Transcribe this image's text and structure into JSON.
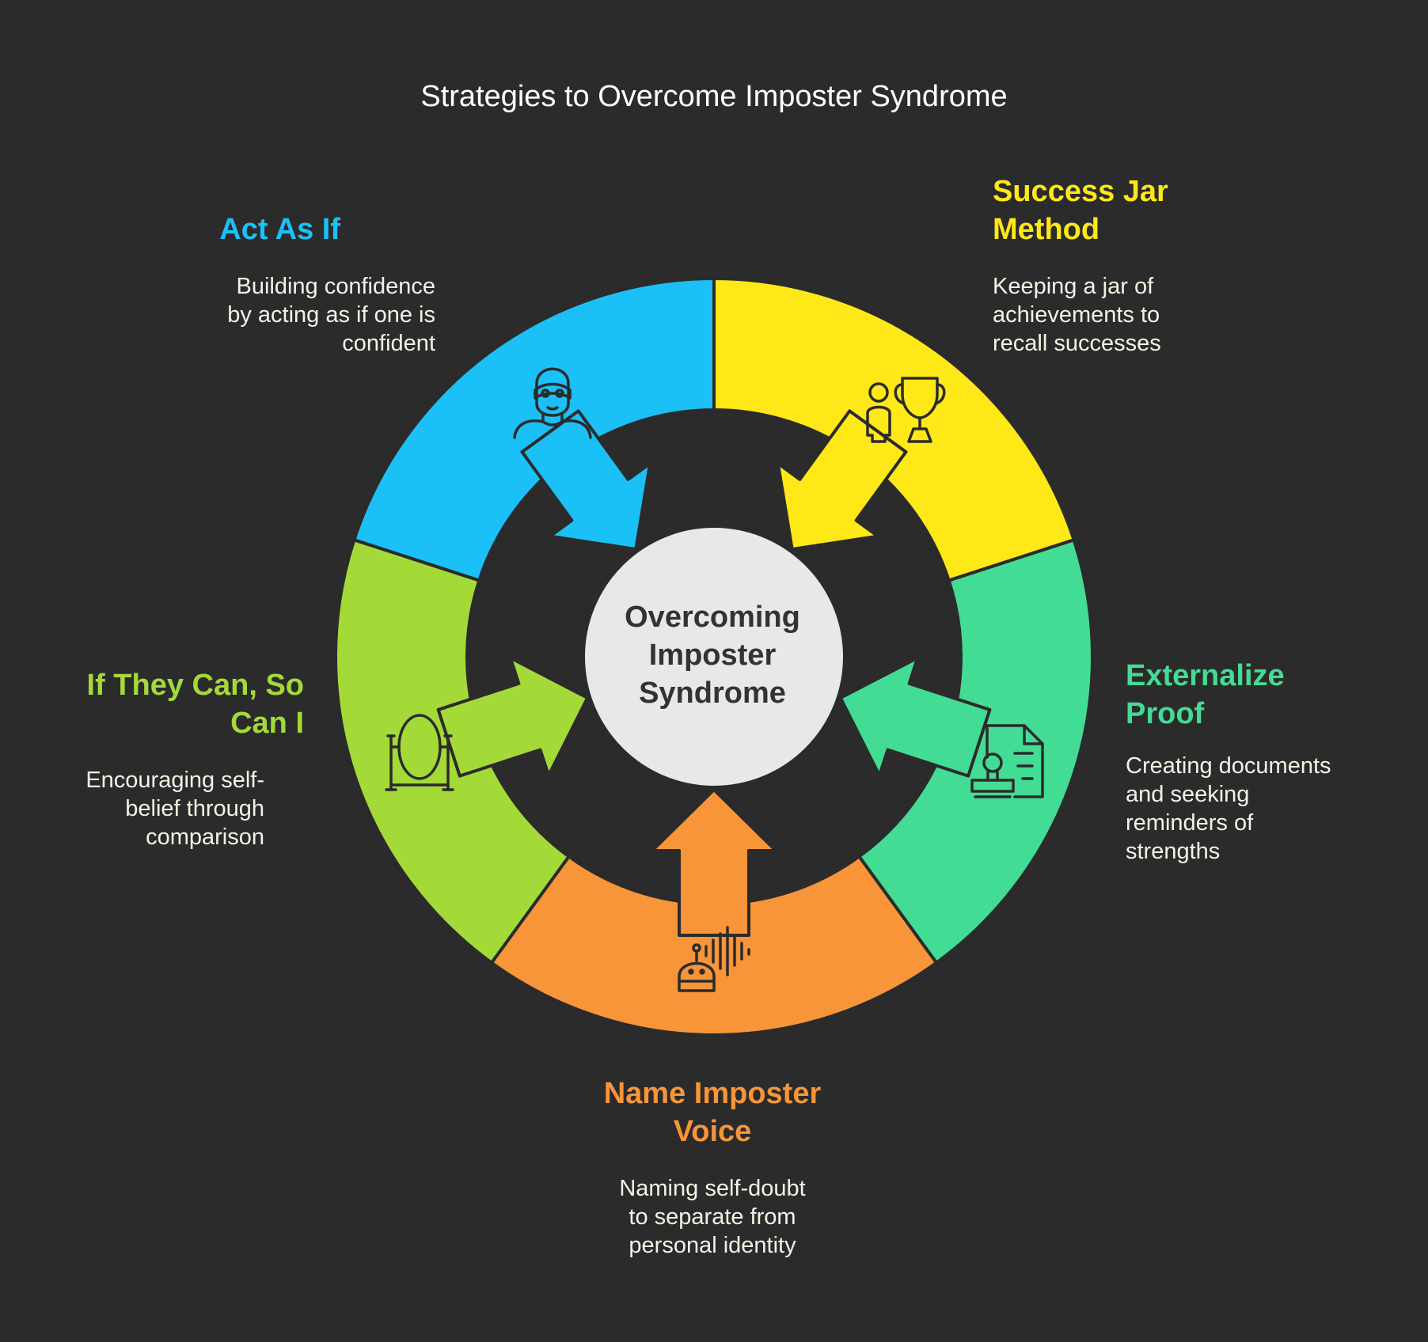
{
  "title": "Strategies to Overcome Imposter Syndrome",
  "center": {
    "lines": [
      "Overcoming",
      "Imposter",
      "Syndrome"
    ]
  },
  "strategies": [
    {
      "heading_lines": [
        "Act As If"
      ],
      "description_lines": [
        "Building confidence",
        "by acting as if one is",
        "confident"
      ],
      "color": "#1bc0f7",
      "icon": "masked-face-icon"
    },
    {
      "heading_lines": [
        "Success Jar",
        "Method"
      ],
      "description_lines": [
        "Keeping a jar of",
        "achievements to",
        "recall successes"
      ],
      "color": "#ffe817",
      "icon": "person-trophy-icon"
    },
    {
      "heading_lines": [
        "Externalize",
        "Proof"
      ],
      "description_lines": [
        "Creating documents",
        "and seeking",
        "reminders of",
        "strengths"
      ],
      "color": "#43dc94",
      "icon": "document-stamp-icon"
    },
    {
      "heading_lines": [
        "Name Imposter",
        "Voice"
      ],
      "description_lines": [
        "Naming self-doubt",
        "to separate from",
        "personal identity"
      ],
      "color": "#f79538",
      "icon": "robot-voice-icon"
    },
    {
      "heading_lines": [
        "If They Can, So",
        "Can I"
      ],
      "description_lines": [
        "Encouraging self-",
        "belief through",
        "comparison"
      ],
      "color": "#a4da38",
      "icon": "mirror-icon"
    }
  ]
}
